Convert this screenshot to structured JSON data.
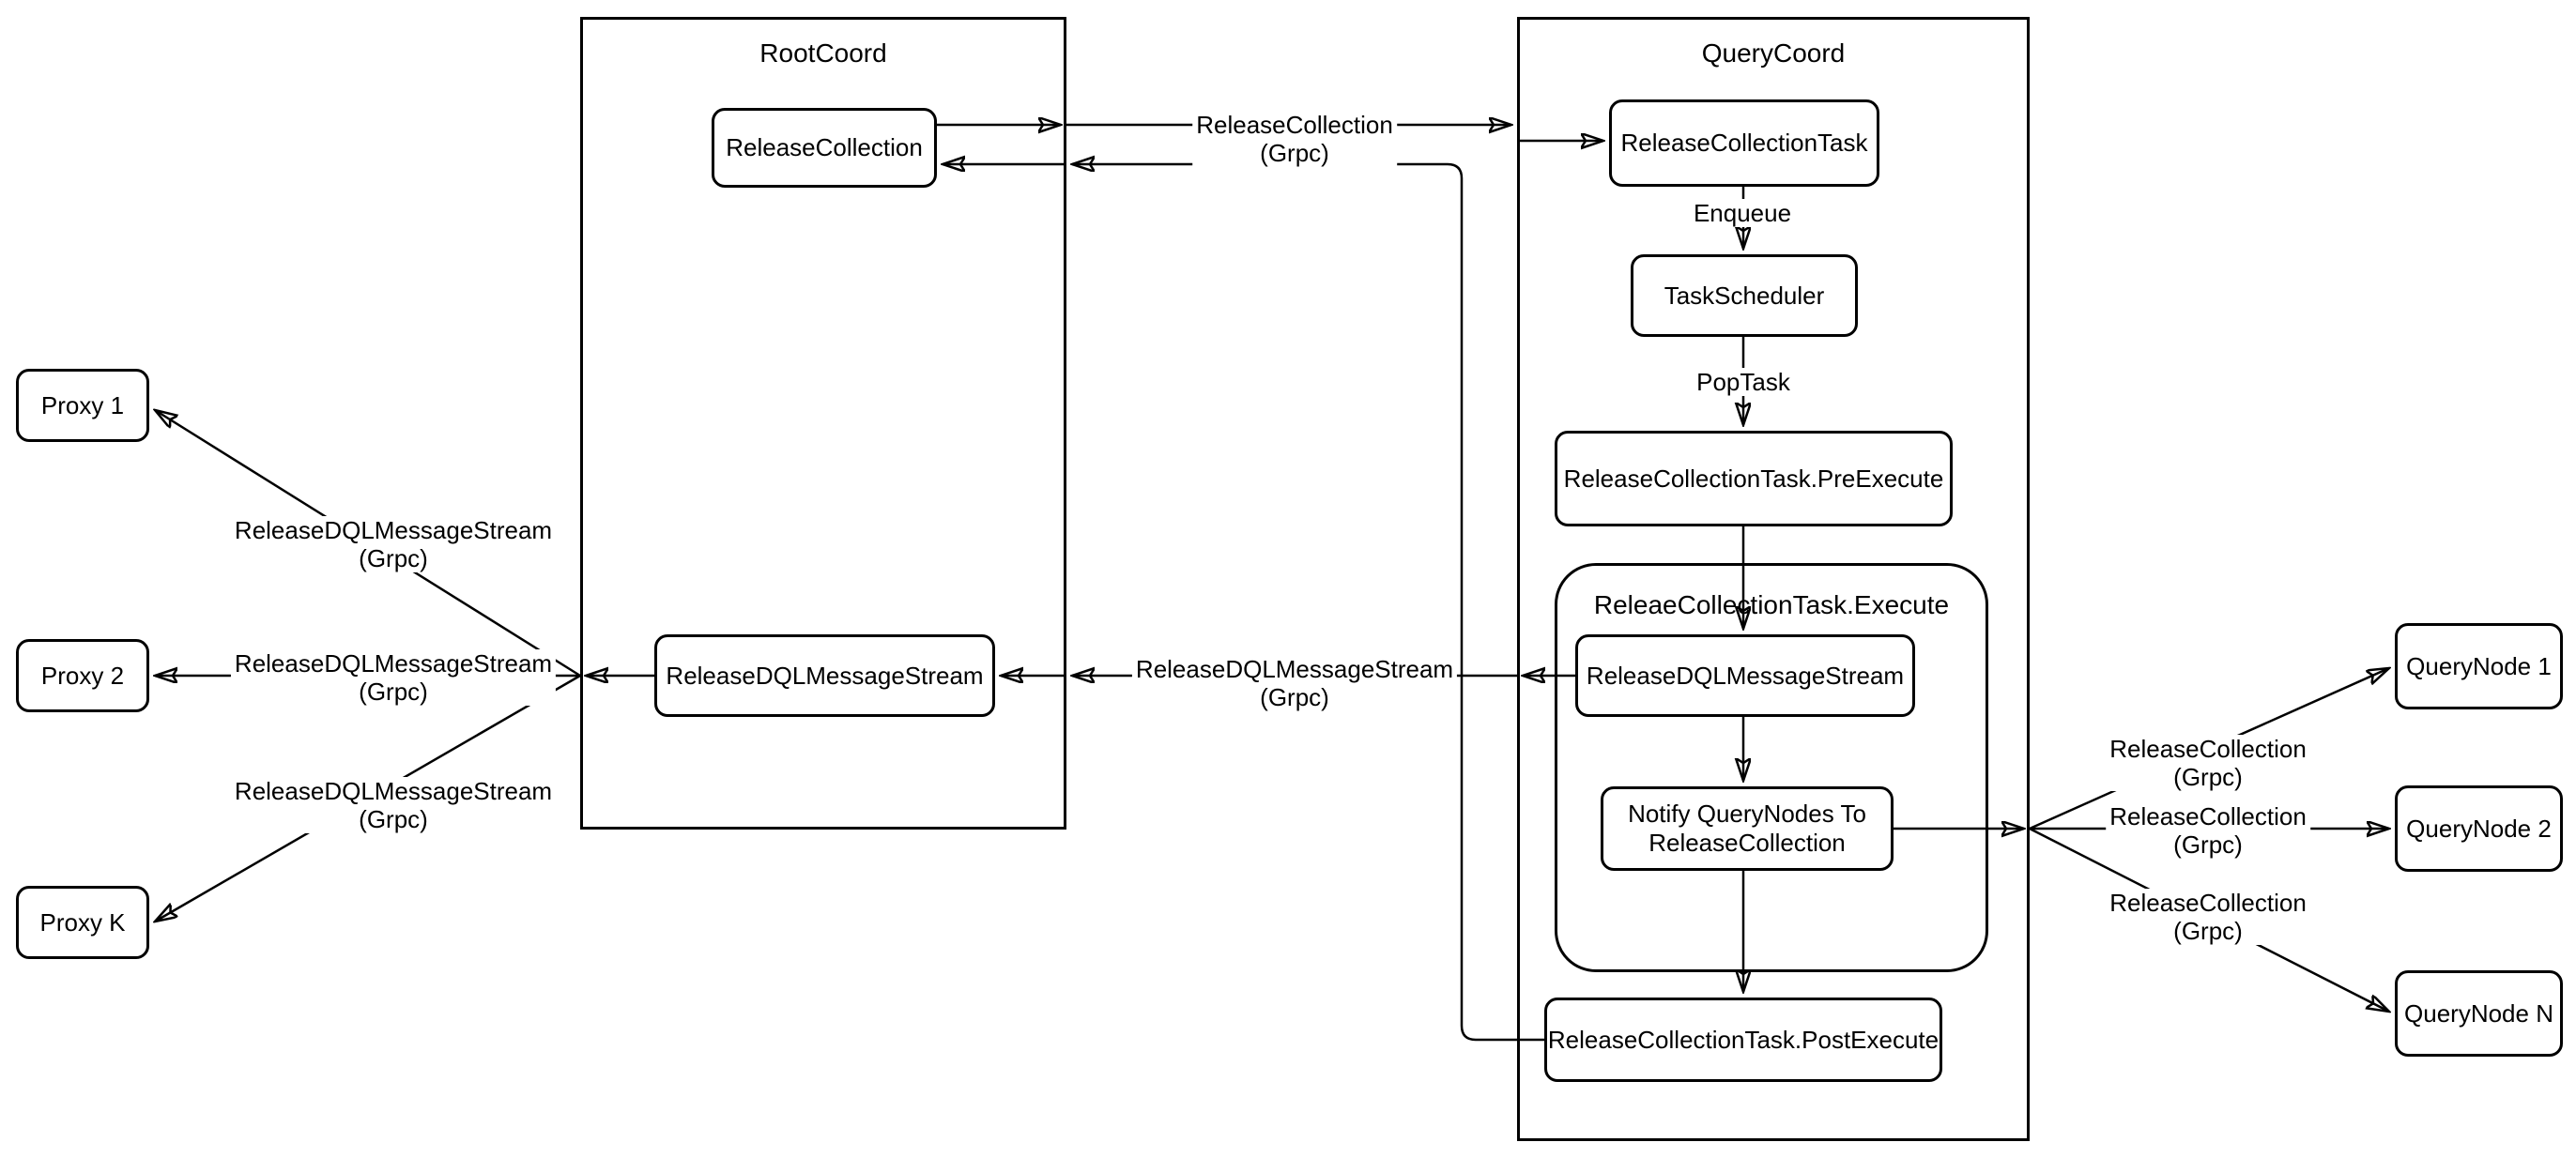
{
  "diagram": {
    "background_color": "#ffffff",
    "stroke_color": "#000000",
    "containers": {
      "rootcoord": {
        "title": "RootCoord"
      },
      "querycoord": {
        "title": "QueryCoord"
      },
      "execute_group": {
        "title": "ReleaeCollectionTask.Execute"
      }
    },
    "nodes": {
      "proxy1": {
        "label": "Proxy 1"
      },
      "proxy2": {
        "label": "Proxy 2"
      },
      "proxyk": {
        "label": "Proxy K"
      },
      "release_collection": {
        "label": "ReleaseCollection"
      },
      "dql_rootcoord": {
        "label": "ReleaseDQLMessageStream"
      },
      "release_collection_task": {
        "label": "ReleaseCollectionTask"
      },
      "task_scheduler": {
        "label": "TaskScheduler"
      },
      "pre_execute": {
        "label": "ReleaseCollectionTask.PreExecute"
      },
      "dql_querycoord": {
        "label": "ReleaseDQLMessageStream"
      },
      "notify": {
        "label": "Notify QueryNodes To\nReleaseCollection"
      },
      "post_execute": {
        "label": "ReleaseCollectionTask.PostExecute"
      },
      "querynode1": {
        "label": "QueryNode 1"
      },
      "querynode2": {
        "label": "QueryNode 2"
      },
      "querynoden": {
        "label": "QueryNode N"
      }
    },
    "edge_labels": {
      "top_release_collection": "ReleaseCollection\n(Grpc)",
      "enqueue": "Enqueue",
      "poptask": "PopTask",
      "mid_dql": "ReleaseDQLMessageStream\n(Grpc)",
      "proxy1_dql": "ReleaseDQLMessageStream\n(Grpc)",
      "proxy2_dql": "ReleaseDQLMessageStream\n(Grpc)",
      "proxyk_dql": "ReleaseDQLMessageStream\n(Grpc)",
      "qn1_rc": "ReleaseCollection\n(Grpc)",
      "qn2_rc": "ReleaseCollection\n(Grpc)",
      "qnn_rc": "ReleaseCollection\n(Grpc)"
    }
  }
}
